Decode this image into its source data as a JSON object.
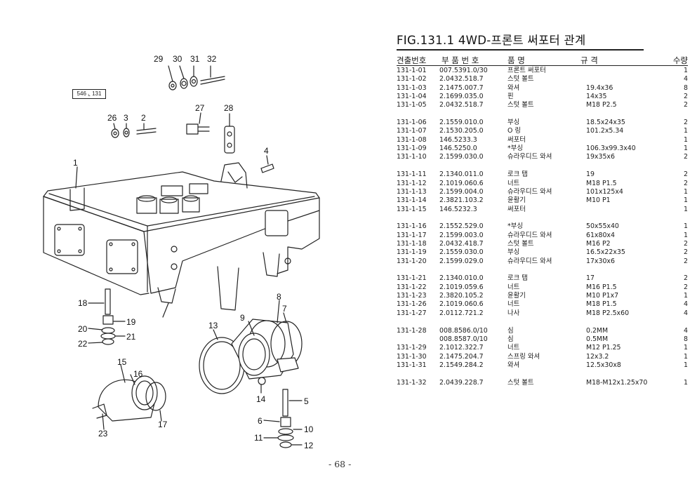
{
  "figure": {
    "title": "FIG.131.1 4WD-프론트 써포터 관계",
    "headers": {
      "code": "견출번호",
      "part_no": "부 품 번 호",
      "name": "품 명",
      "spec": "규 격",
      "qty": "수량"
    }
  },
  "parts": [
    [
      {
        "code": "131-1-01",
        "part": "007.5391.0/30",
        "name": "프론트 써포터",
        "spec": "",
        "qty": "1"
      },
      {
        "code": "131-1-02",
        "part": "2.0432.518.7",
        "name": "스텃 볼트",
        "spec": "",
        "qty": "4"
      },
      {
        "code": "131-1-03",
        "part": "2.1475.007.7",
        "name": "와셔",
        "spec": "19.4x36",
        "qty": "8"
      },
      {
        "code": "131-1-04",
        "part": "2.1699.035.0",
        "name": "핀",
        "spec": "14x35",
        "qty": "2"
      },
      {
        "code": "131-1-05",
        "part": "2.0432.518.7",
        "name": "스텃 볼트",
        "spec": "M18 P2.5",
        "qty": "2"
      }
    ],
    [
      {
        "code": "131-1-06",
        "part": "2.1559.010.0",
        "name": "부싱",
        "spec": "18.5x24x35",
        "qty": "2"
      },
      {
        "code": "131-1-07",
        "part": "2.1530.205.0",
        "name": "O 링",
        "spec": "101.2x5.34",
        "qty": "1"
      },
      {
        "code": "131-1-08",
        "part": "146.5233.3",
        "name": "써포터",
        "spec": "",
        "qty": "1"
      },
      {
        "code": "131-1-09",
        "part": "146.5250.0",
        "name": "*부싱",
        "spec": "106.3x99.3x40",
        "qty": "1"
      },
      {
        "code": "131-1-10",
        "part": "2.1599.030.0",
        "name": "슈라우디드 와셔",
        "spec": "19x35x6",
        "qty": "2"
      }
    ],
    [
      {
        "code": "131-1-11",
        "part": "2.1340.011.0",
        "name": "로크 탭",
        "spec": "19",
        "qty": "2"
      },
      {
        "code": "131-1-12",
        "part": "2.1019.060.6",
        "name": "너트",
        "spec": "M18 P1.5",
        "qty": "2"
      },
      {
        "code": "131-1-13",
        "part": "2.1599.004.0",
        "name": "슈라우디드 와셔",
        "spec": "101x125x4",
        "qty": "1"
      },
      {
        "code": "131-1-14",
        "part": "2.3821.103.2",
        "name": "윤활기",
        "spec": "M10 P1",
        "qty": "1"
      },
      {
        "code": "131-1-15",
        "part": "146.5232.3",
        "name": "써포터",
        "spec": "",
        "qty": "1"
      }
    ],
    [
      {
        "code": "131-1-16",
        "part": "2.1552.529.0",
        "name": "*부싱",
        "spec": "50x55x40",
        "qty": "1"
      },
      {
        "code": "131-1-17",
        "part": "2.1599.003.0",
        "name": "슈라우디드 와셔",
        "spec": "61x80x4",
        "qty": "1"
      },
      {
        "code": "131-1-18",
        "part": "2.0432.418.7",
        "name": "스텃 볼트",
        "spec": "M16 P2",
        "qty": "2"
      },
      {
        "code": "131-1-19",
        "part": "2.1559.030.0",
        "name": "부싱",
        "spec": "16.5x22x35",
        "qty": "2"
      },
      {
        "code": "131-1-20",
        "part": "2.1599.029.0",
        "name": "슈라우디드 와셔",
        "spec": "17x30x6",
        "qty": "2"
      }
    ],
    [
      {
        "code": "131-1-21",
        "part": "2.1340.010.0",
        "name": "로크 탭",
        "spec": "17",
        "qty": "2"
      },
      {
        "code": "131-1-22",
        "part": "2.1019.059.6",
        "name": "너트",
        "spec": "M16 P1.5",
        "qty": "2"
      },
      {
        "code": "131-1-23",
        "part": "2.3820.105.2",
        "name": "윤활기",
        "spec": "M10 P1x7",
        "qty": "1"
      },
      {
        "code": "131-1-26",
        "part": "2.1019.060.6",
        "name": "너트",
        "spec": "M18 P1.5",
        "qty": "4"
      },
      {
        "code": "131-1-27",
        "part": "2.0112.721.2",
        "name": "나사",
        "spec": "M18 P2.5x60",
        "qty": "4"
      }
    ],
    [
      {
        "code": "131-1-28",
        "part": "008.8586.0/10",
        "name": "심",
        "spec": "0.2MM",
        "qty": "4"
      },
      {
        "code": "",
        "part": "008.8587.0/10",
        "name": "심",
        "spec": "0.5MM",
        "qty": "8"
      },
      {
        "code": "131-1-29",
        "part": "2.1012.322.7",
        "name": "너트",
        "spec": "M12 P1.25",
        "qty": "1"
      },
      {
        "code": "131-1-30",
        "part": "2.1475.204.7",
        "name": "스프링 와셔",
        "spec": "12x3.2",
        "qty": "1"
      },
      {
        "code": "131-1-31",
        "part": "2.1549.284.2",
        "name": "와셔",
        "spec": "12.5x30x8",
        "qty": "1"
      }
    ],
    [
      {
        "code": "131-1-32",
        "part": "2.0439.228.7",
        "name": "스텃 볼트",
        "spec": "M18-M12x1.25x70",
        "qty": "1"
      }
    ]
  ],
  "diagram": {
    "ref_box": "546 ⌞ 131",
    "callouts": [
      "29",
      "30",
      "31",
      "32",
      "26",
      "3",
      "2",
      "27",
      "28",
      "4",
      "1",
      "18",
      "19",
      "20",
      "21",
      "22",
      "8",
      "7",
      "9",
      "13",
      "15",
      "16",
      "17",
      "23",
      "14",
      "5",
      "6",
      "10",
      "11",
      "12"
    ]
  },
  "page_number": "- 68 -"
}
